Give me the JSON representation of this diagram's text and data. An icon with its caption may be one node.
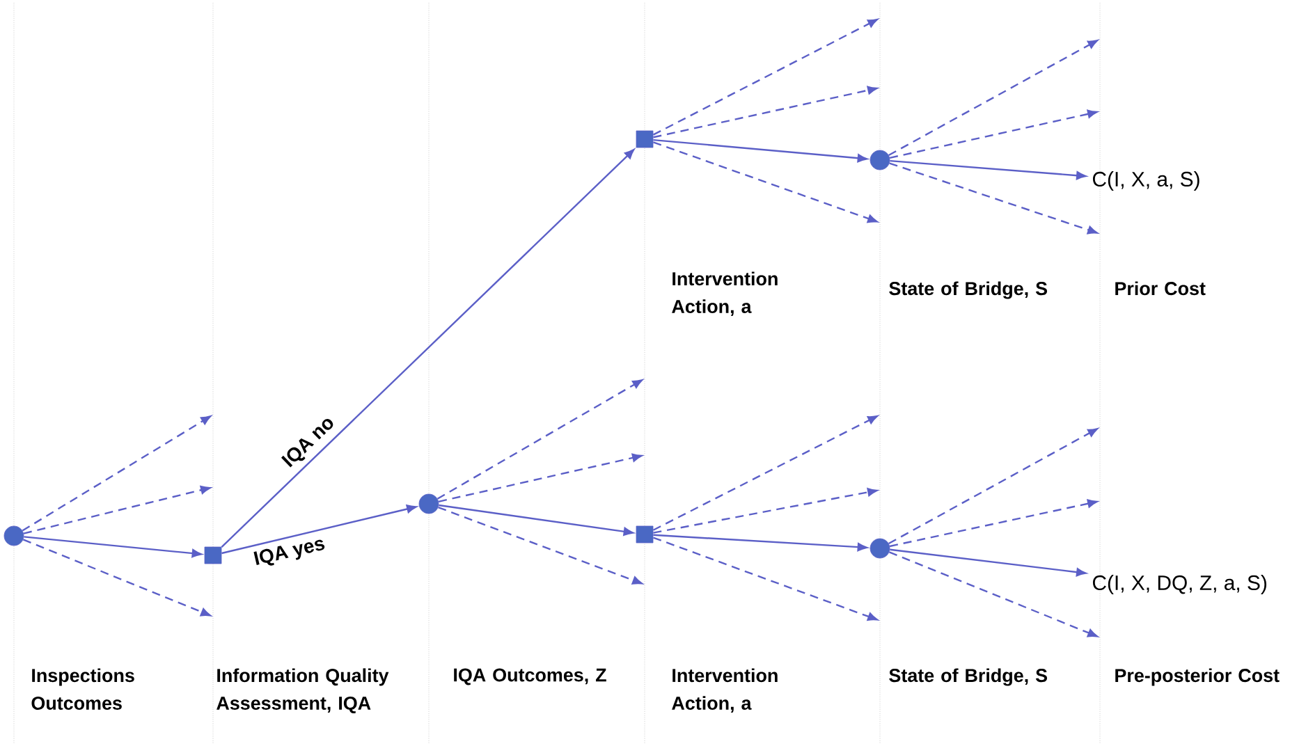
{
  "diagram": {
    "nodes": [
      {
        "text": [],
        "shape": "circle"
      },
      {
        "text": [],
        "shape": "box"
      },
      {
        "text": [],
        "shape": "box"
      },
      {
        "text": [],
        "shape": "circle"
      },
      {
        "text": [
          "C(I, X, a, S)"
        ]
      },
      {
        "text": [],
        "shape": "circle"
      },
      {
        "text": [],
        "shape": "box"
      },
      {
        "text": [],
        "shape": "circle"
      },
      {
        "text": [
          "C(I, X, DQ, Z, a, S)"
        ]
      }
    ],
    "edges": [
      {
        "from": 0,
        "to": 1,
        "arrow": "to"
      },
      {
        "from": 1,
        "to": 2,
        "arrow": "to",
        "label": "IQA no"
      },
      {
        "from": 1,
        "to": 5,
        "arrow": "to",
        "label": "IQA yes"
      },
      {
        "from": 2,
        "to": 3,
        "arrow": "to"
      },
      {
        "from": 3,
        "to": 4,
        "arrow": "to"
      },
      {
        "from": 5,
        "to": 6,
        "arrow": "to"
      },
      {
        "from": 6,
        "to": 7,
        "arrow": "to"
      },
      {
        "from": 7,
        "to": 8,
        "arrow": "to"
      },
      {
        "from": 0,
        "to": null,
        "arrow": "to",
        "style": "dashed"
      },
      {
        "from": 0,
        "to": null,
        "arrow": "to",
        "style": "dashed"
      },
      {
        "from": 0,
        "to": null,
        "arrow": "to",
        "style": "dashed"
      },
      {
        "from": 5,
        "to": null,
        "arrow": "to",
        "style": "dashed"
      },
      {
        "from": 5,
        "to": null,
        "arrow": "to",
        "style": "dashed"
      },
      {
        "from": 5,
        "to": null,
        "arrow": "to",
        "style": "dashed"
      },
      {
        "from": 2,
        "to": null,
        "arrow": "to",
        "style": "dashed"
      },
      {
        "from": 2,
        "to": null,
        "arrow": "to",
        "style": "dashed"
      },
      {
        "from": 2,
        "to": null,
        "arrow": "to",
        "style": "dashed"
      },
      {
        "from": 3,
        "to": null,
        "arrow": "to",
        "style": "dashed"
      },
      {
        "from": 3,
        "to": null,
        "arrow": "to",
        "style": "dashed"
      },
      {
        "from": 3,
        "to": null,
        "arrow": "to",
        "style": "dashed"
      },
      {
        "from": 6,
        "to": null,
        "arrow": "to",
        "style": "dashed"
      },
      {
        "from": 6,
        "to": null,
        "arrow": "to",
        "style": "dashed"
      },
      {
        "from": 6,
        "to": null,
        "arrow": "to",
        "style": "dashed"
      },
      {
        "from": 7,
        "to": null,
        "arrow": "to",
        "style": "dashed"
      },
      {
        "from": 7,
        "to": null,
        "arrow": "to",
        "style": "dashed"
      },
      {
        "from": 7,
        "to": null,
        "arrow": "to",
        "style": "dashed"
      }
    ],
    "labels": [
      "Intervention Action, a",
      "State of Bridge, S",
      "Prior Cost",
      "Inspections Outcomes",
      "Information Quality Assessment, IQA",
      "IQA Outcomes, Z",
      "Intervention Action, a",
      "State of Bridge, S",
      "Pre-posterior Cost"
    ]
  }
}
